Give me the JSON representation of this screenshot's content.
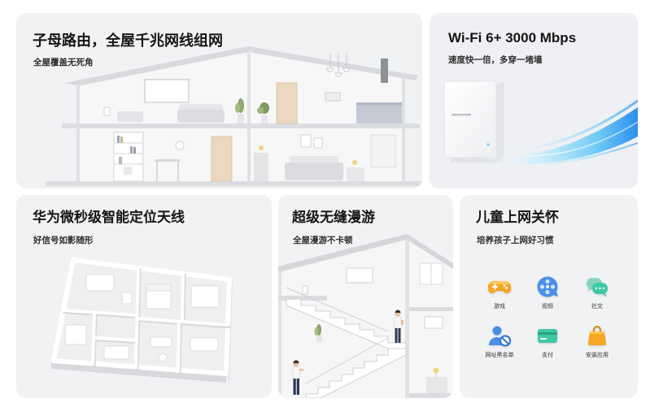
{
  "page": {
    "background": "#ffffff",
    "card_background": "#f1f2f4"
  },
  "cards": {
    "mesh_routing": {
      "title": "子母路由，全屋千兆网线组网",
      "subtitle": "全屋覆盖无死角"
    },
    "wifi6": {
      "title": "Wi-Fi 6+ 3000 Mbps",
      "subtitle": "速度快一倍，多穿一堵墙",
      "signal_color": "#2d8ff0"
    },
    "positioning_antenna": {
      "title": "华为微秒级智能定位天线",
      "subtitle": "好信号如影随形"
    },
    "seamless_roaming": {
      "title": "超级无缝漫游",
      "subtitle": "全屋漫游不卡顿"
    },
    "child_care": {
      "title": "儿童上网关怀",
      "subtitle": "培养孩子上网好习惯",
      "items": [
        {
          "label": "游戏",
          "icon": "game-controller-icon",
          "color": "#f5a623"
        },
        {
          "label": "视频",
          "icon": "video-reel-icon",
          "color": "#4a8fe6"
        },
        {
          "label": "社交",
          "icon": "chat-bubbles-icon",
          "color": "#3fc8a6"
        },
        {
          "label": "网址黑名单",
          "icon": "blocked-user-icon",
          "color": "#4a8fe6"
        },
        {
          "label": "支付",
          "icon": "payment-card-icon",
          "color": "#3fc8a6"
        },
        {
          "label": "安装应用",
          "icon": "shopping-bag-icon",
          "color": "#f5a623"
        }
      ]
    }
  }
}
